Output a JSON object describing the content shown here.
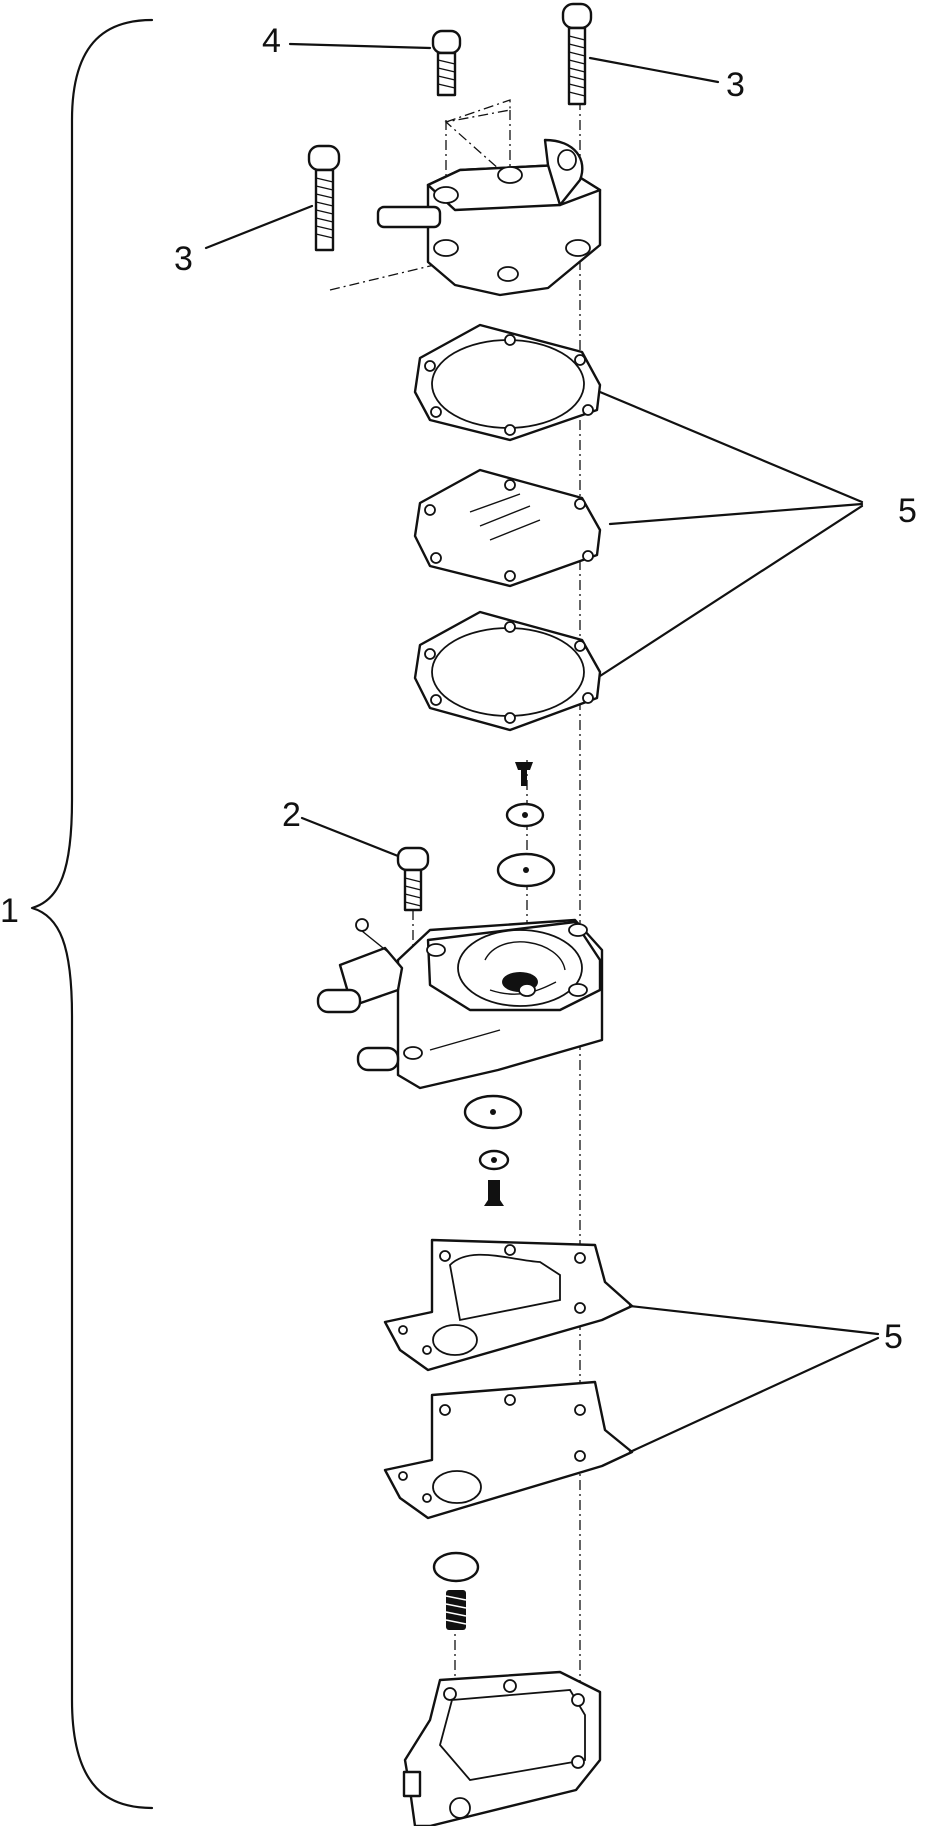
{
  "callouts": {
    "part_1": "1",
    "part_2": "2",
    "part_3_upper": "3",
    "part_3_left": "3",
    "part_4": "4",
    "part_5_upper": "5",
    "part_5_lower": "5"
  },
  "colors": {
    "line": "#111111",
    "background": "#ffffff"
  }
}
